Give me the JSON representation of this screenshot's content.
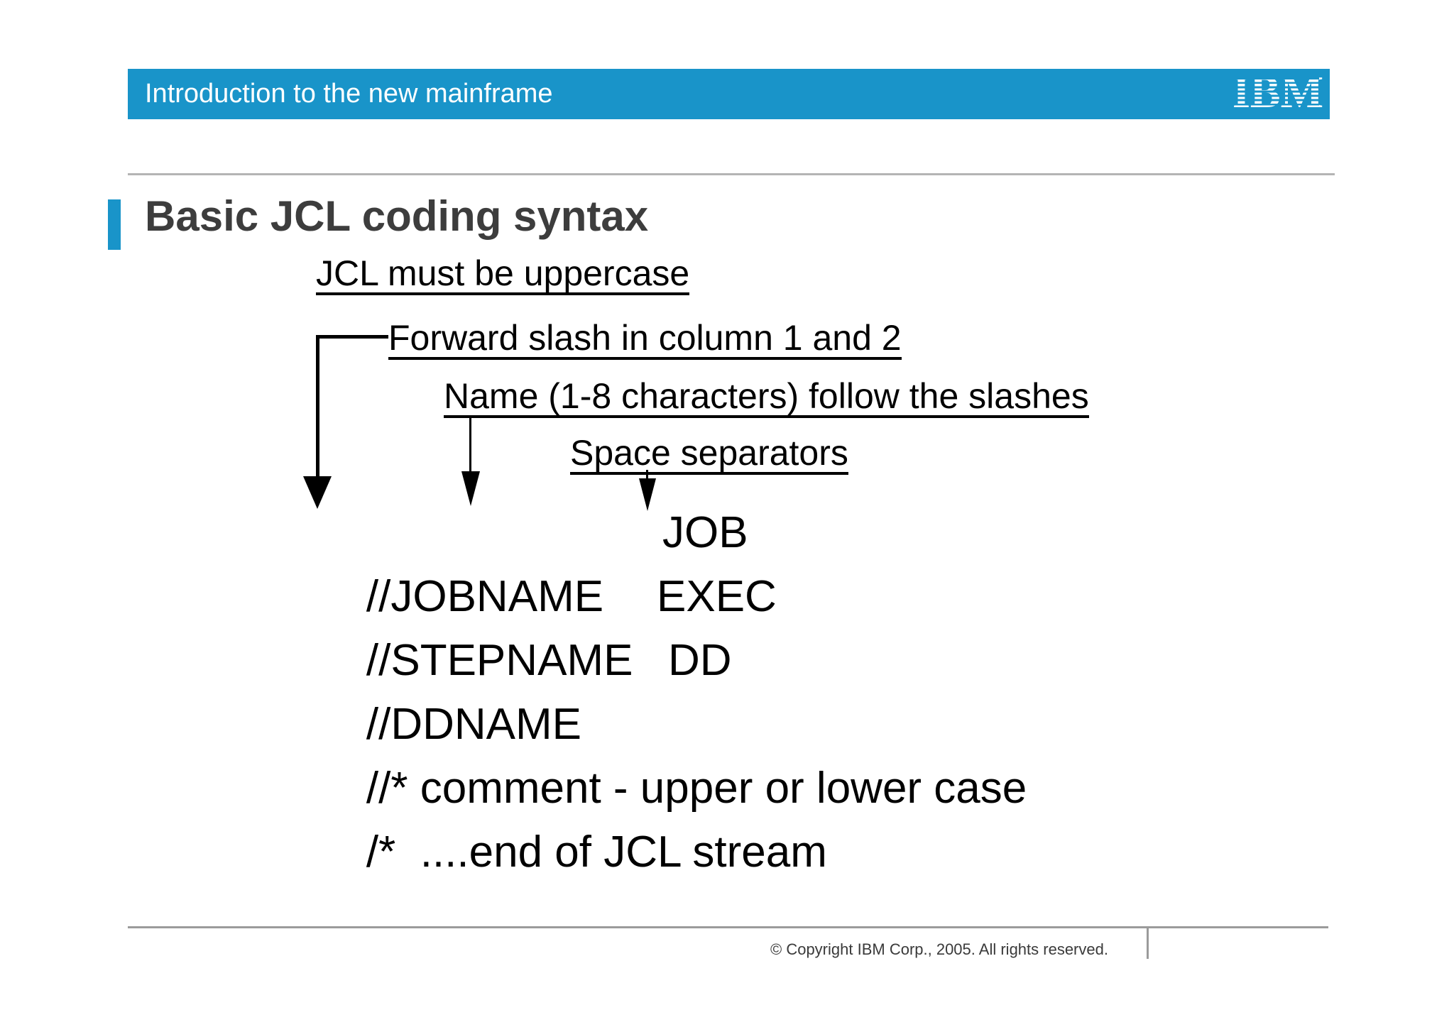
{
  "colors": {
    "accent_blue": "#1994c9",
    "top_rule_gray": "#b4b4b4",
    "footer_rule_gray": "#9b9b9b",
    "heading_gray": "#3d3d3d",
    "text_black": "#000000",
    "header_text_white": "#ffffff"
  },
  "header": {
    "title": "Introduction to the new mainframe",
    "logo_text": "IBM"
  },
  "section": {
    "heading": "Basic JCL coding syntax"
  },
  "annotations": {
    "uppercase": "JCL must be uppercase",
    "slashes": "Forward slash in column 1 and 2",
    "name": "Name (1-8 characters) follow the slashes",
    "spaces": "Space separators"
  },
  "code": {
    "lines": [
      {
        "field": "//JOBNAME",
        "operator": "JOB"
      },
      {
        "field": "//STEPNAME",
        "operator": "EXEC"
      },
      {
        "field": "//DDNAME",
        "operator": "DD"
      },
      {
        "field": "//* comment - upper or lower case",
        "operator": ""
      },
      {
        "field": "/*  ....end of JCL stream",
        "operator": ""
      }
    ]
  },
  "footer": {
    "copyright": "© Copyright IBM Corp., 2005. All rights reserved."
  }
}
